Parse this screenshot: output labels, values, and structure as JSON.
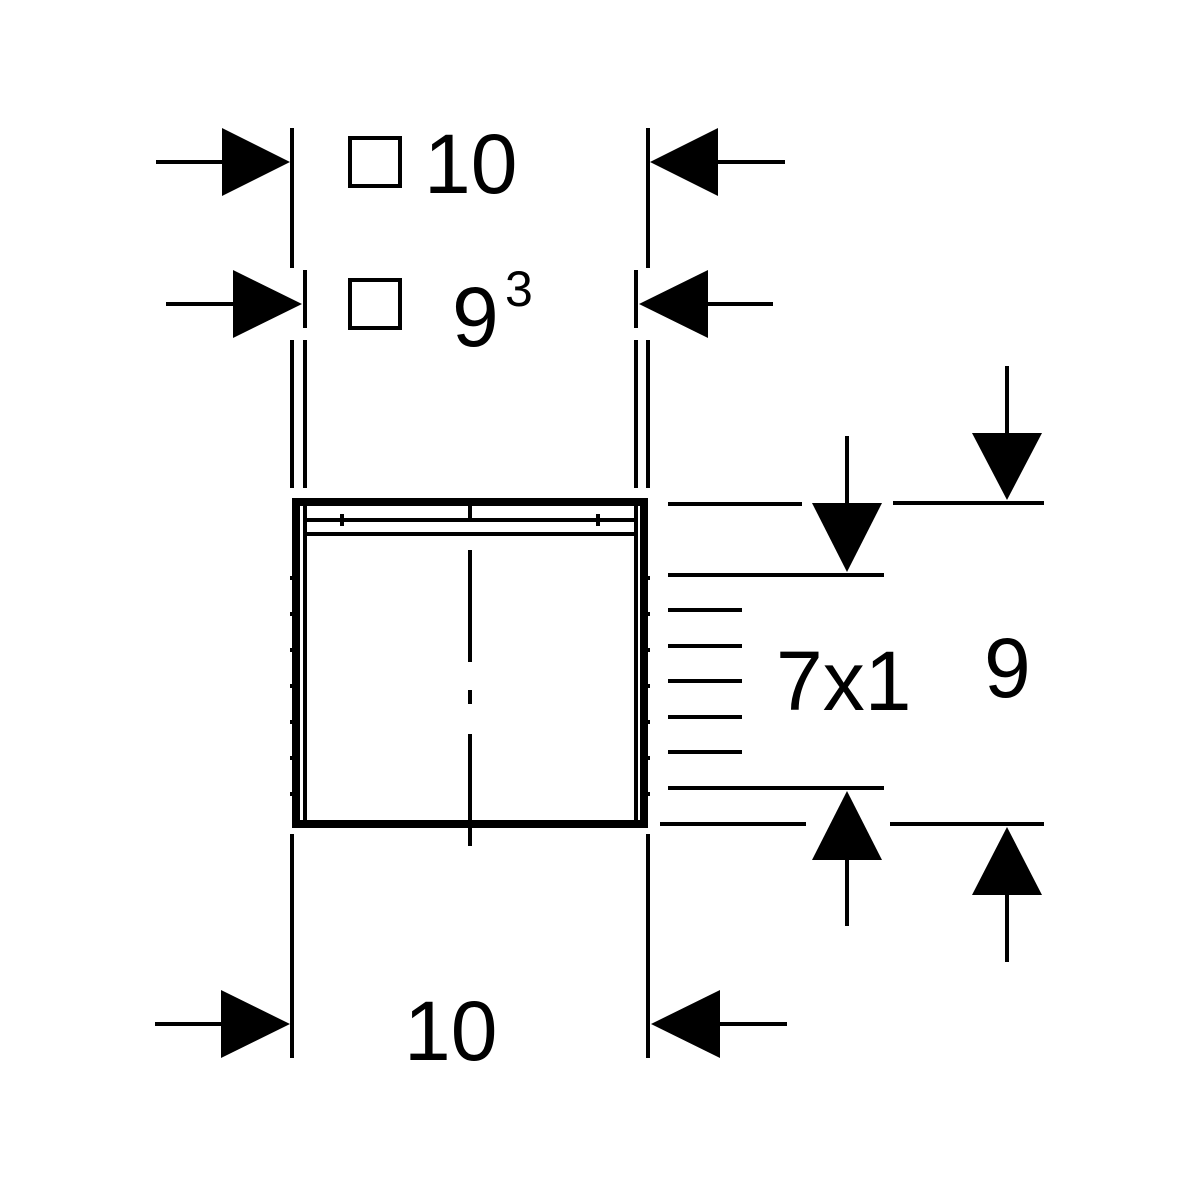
{
  "dimensions": {
    "top_outer": {
      "symbol": "square",
      "value": "10"
    },
    "top_inner": {
      "symbol": "square",
      "base": "9",
      "superscript": "3"
    },
    "thread": {
      "value": "7x1"
    },
    "height": {
      "value": "9"
    },
    "bottom_width": {
      "value": "10"
    }
  },
  "colors": {
    "stroke": "#000000",
    "background": "#ffffff"
  }
}
